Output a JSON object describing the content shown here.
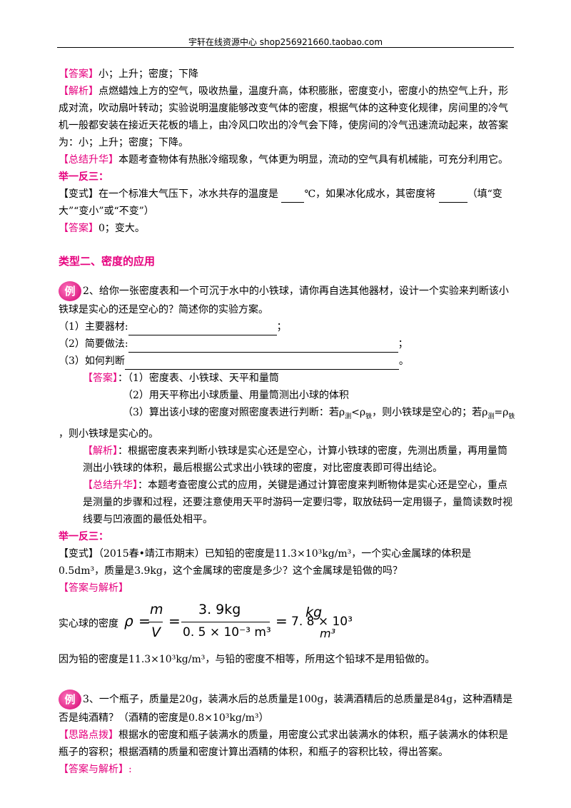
{
  "header": {
    "text": "宇轩在线资源中心  shop256921660.taobao.com"
  },
  "s1": {
    "answer_label": "【答案】",
    "answer_text": "小；上升；密度；下降",
    "analysis_label": "【解析】",
    "analysis_text": "点燃蜡烛上方的空气，吸收热量，温度升高，体积膨胀，密度变小，密度小的热空气上升，形成对流，吹动扇叶转动；实验说明温度能够改变气体的密度，根据气体的这种变化规律，房间里的冷气机一般都安装在接近天花板的墙上，由冷风口吹出的冷气会下降，使房间的冷气迅速流动起来，故答案为：小；上升；密度；下降。",
    "summary_label": "【总结升华】",
    "summary_text": "本题考查物体有热胀冷缩现象，气体更为明显，流动的空气具有机械能，可充分利用它。",
    "jyfs": "举一反三：",
    "variant_label": "【变式】",
    "variant_text_a": "在一个标准大气压下，冰水共存的温度是 ",
    "variant_text_b": "℃，如果冰化成水，其密度将 ",
    "variant_text_c": "（填“变大”“变小”或“不变”）",
    "variant_answer_label": "【答案】",
    "variant_answer_text": "0；变大。"
  },
  "section2_title": "类型二、密度的应用",
  "q2": {
    "badge": "例",
    "text": "2、给你一张密度表和一个可沉于水中的小铁球，请你再自选其他器材，设计一个实验来判断该小铁球是实心的还是空心的？简述你的实验方案。",
    "l1": "（1）主要器材:",
    "l1_end": "；",
    "l2": "（2）简要做法:",
    "l2_end": "；",
    "l3": "（3）如何判断",
    "l3_end": "。",
    "answer_label": "【答案】",
    "a1": "：（1）密度表、小铁球、天平和量筒",
    "a2": "（2）用天平称出小球质量、用量筒测出小球的体积",
    "a3_a": "（3）算出该小球的密度对照密度表进行判断：若ρ",
    "a3_sub1": "测",
    "a3_b": "<ρ",
    "a3_sub2": "铁",
    "a3_c": "，则小铁球是空心的；若ρ",
    "a3_sub3": "测",
    "a3_d": "=ρ",
    "a3_sub4": "铁",
    "a3_e": "，则小铁球是实心的。",
    "analysis_label": "【解析】",
    "analysis_text": "：根据密度表来判断小铁球是实心还是空心，计算小铁球的密度，先测出质量，再用量筒测出小铁球的体积，最后根据公式求出小铁球的密度，对比密度表即可得出结论。",
    "summary_label": "【总结升华】",
    "summary_text": "：本题考查密度公式的应用，关键是通过计算密度来判断物体是实心还是空心，重点是测量的步骤和过程，还要注意使用天平时游码一定要归零，取放砝码一定用镊子，量筒读数时视线要与凹液面的最低处相平。",
    "jyfs": "举一反三：",
    "variant_label": "【变式】",
    "variant_text": "（2015春•靖江市期末）已知铅的密度是11.3×10³kg/m³，一个实心金属球的体积是0.5dm³，质量是3.9kg，这个金属球的密度是多少？这个金属球是铅做的吗？",
    "aa_label": "【答案与解析】",
    "eq_prefix": "实心球的密度",
    "eq_rho": "ρ",
    "eq_eq1": "=",
    "eq_m": "m",
    "eq_v": "V",
    "eq_eq2": "=",
    "eq_num": "3. 9kg",
    "eq_den": "0. 5 × 10⁻³ m³",
    "eq_eq3": "=",
    "eq_val": "7. 8 × 10³",
    "eq_unit_top": "kg",
    "eq_unit_bot": "m³",
    "conclusion": "因为铅的密度是11.3×10³kg/m³，与铅的密度不相等，所用这个铅球不是用铅做的。"
  },
  "q3": {
    "badge": "例",
    "text": "3、一个瓶子，质量是20g，装满水后的总质量是100g，装满酒精后的总质量是84g，这种酒精是否是纯酒精？（酒精的密度是0.8×10³kg/m³）",
    "hint_label": "【思路点拨】",
    "hint_text": "根据水的密度和瓶子装满水的质量，用密度公式求出装满水的体积，瓶子装满水的体积是瓶子的容积；根据酒精的质量和密度计算出酒精的体积，和瓶子的容积比较，得出答案。",
    "aa_label": "【答案与解析】:"
  }
}
